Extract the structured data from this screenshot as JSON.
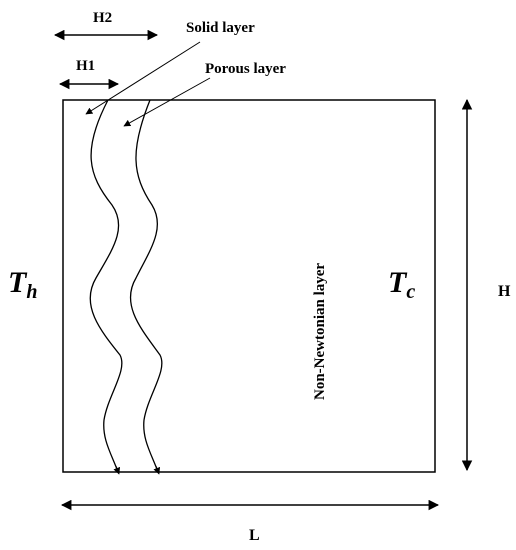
{
  "labels": {
    "h2": "H2",
    "h1": "H1",
    "solid_layer": "Solid layer",
    "porous_layer": "Porous layer",
    "non_newtonian": "Non-Newtonian layer",
    "t_hot_main": "T",
    "t_hot_sub": "h",
    "t_cold_main": "T",
    "t_cold_sub": "c",
    "height": "H",
    "length": "L"
  }
}
